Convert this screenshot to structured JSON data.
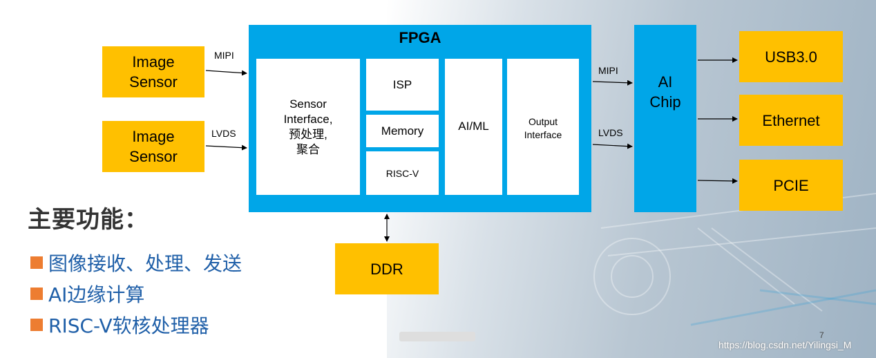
{
  "fpga": {
    "title": "FPGA",
    "sensor_interface": [
      "Sensor",
      "Interface,",
      "预处理,",
      "聚合"
    ],
    "isp": "ISP",
    "memory": "Memory",
    "riscv": "RISC-V",
    "aiml": "AI/ML",
    "output_interface": [
      "Output",
      "Interface"
    ]
  },
  "sensors": [
    {
      "lines": [
        "Image",
        "Sensor"
      ],
      "link": "MIPI"
    },
    {
      "lines": [
        "Image",
        "Sensor"
      ],
      "link": "LVDS"
    }
  ],
  "output_links": [
    "MIPI",
    "LVDS"
  ],
  "ai_chip": [
    "AI",
    "Chip"
  ],
  "peripherals": [
    "USB3.0",
    "Ethernet",
    "PCIE"
  ],
  "ddr": "DDR",
  "features": {
    "title": "主要功能：",
    "items": [
      "图像接收、处理、发送",
      "AI边缘计算",
      "RISC-V软核处理器"
    ]
  },
  "page_number": "7",
  "watermark": "https://blog.csdn.net/Yilingsi_M",
  "colors": {
    "blue": "#00a6e8",
    "yellow": "#ffc000",
    "bullet": "#ed7d31",
    "feature_text": "#1f5fa8"
  }
}
